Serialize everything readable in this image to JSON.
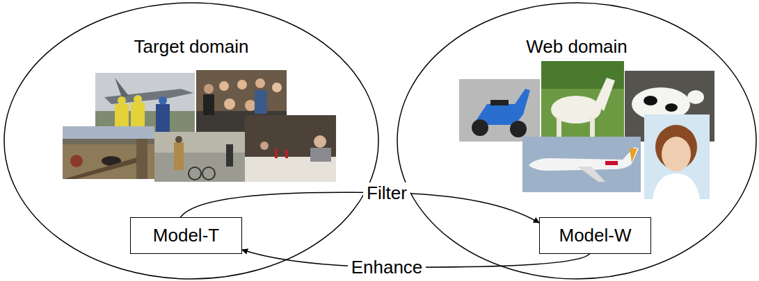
{
  "diagram": {
    "nodes": [
      {
        "text": [
          "Target domain"
        ]
      },
      {
        "text": [
          "Model-T"
        ],
        "in": 0
      },
      {
        "text": [
          "Web domain"
        ]
      },
      {
        "text": [
          "Model-W"
        ],
        "in": 2
      }
    ],
    "edges": [
      {
        "from": 1,
        "to": 3,
        "arrow": "to",
        "label": "Filter"
      },
      {
        "from": 3,
        "to": 1,
        "arrow": "to",
        "label": "Enhance"
      }
    ]
  }
}
